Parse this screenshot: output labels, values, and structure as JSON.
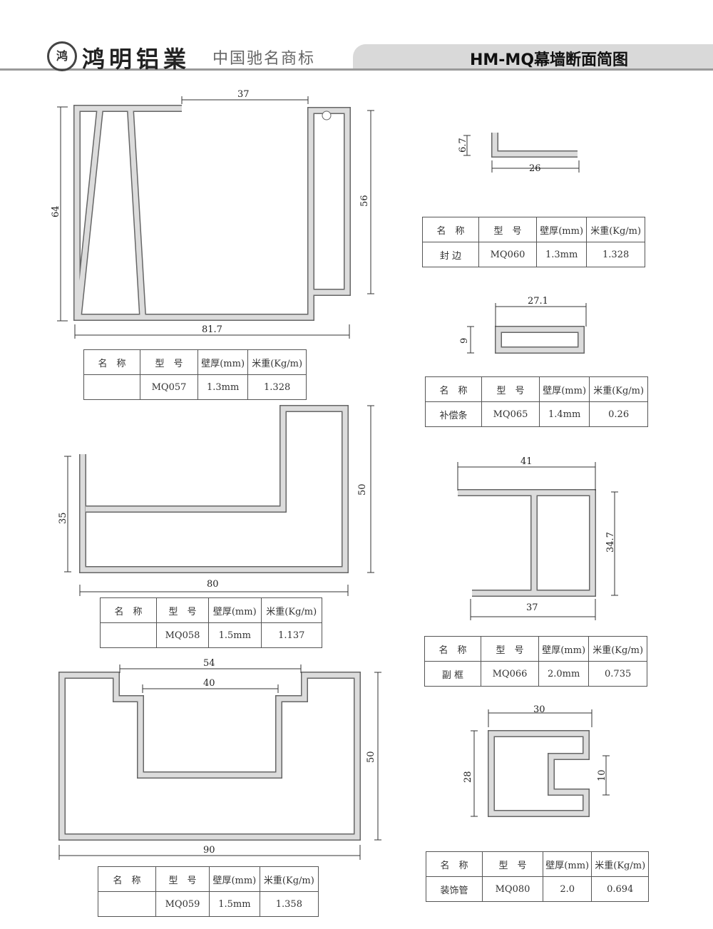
{
  "header": {
    "logo": "鸿",
    "brand": "鸿明铝業",
    "slogan": "中国驰名商标",
    "title": "HM-MQ幕墙断面简图"
  },
  "table_headers": {
    "name": "名　称",
    "model": "型　号",
    "thickness": "壁厚(mm)",
    "weight": "米重(Kg/m)"
  },
  "profiles": {
    "mq057": {
      "name": "",
      "model": "MQ057",
      "thickness": "1.3mm",
      "weight": "1.328",
      "dims": [
        "37",
        "64",
        "56",
        "81.7"
      ]
    },
    "mq060": {
      "name": "封 边",
      "model": "MQ060",
      "thickness": "1.3mm",
      "weight": "1.328",
      "dims": [
        "6.7",
        "26"
      ]
    },
    "mq058": {
      "name": "",
      "model": "MQ058",
      "thickness": "1.5mm",
      "weight": "1.137",
      "dims": [
        "35",
        "50",
        "80"
      ]
    },
    "mq065": {
      "name": "补偿条",
      "model": "MQ065",
      "thickness": "1.4mm",
      "weight": "0.26",
      "dims": [
        "27.1",
        "9"
      ]
    },
    "mq066": {
      "name": "副 框",
      "model": "MQ066",
      "thickness": "2.0mm",
      "weight": "0.735",
      "dims": [
        "41",
        "34.7",
        "37"
      ]
    },
    "mq059": {
      "name": "",
      "model": "MQ059",
      "thickness": "1.5mm",
      "weight": "1.358",
      "dims": [
        "54",
        "40",
        "50",
        "90"
      ]
    },
    "mq080": {
      "name": "装饰管",
      "model": "MQ080",
      "thickness": "2.0",
      "weight": "0.694",
      "dims": [
        "30",
        "28",
        "10"
      ]
    }
  }
}
